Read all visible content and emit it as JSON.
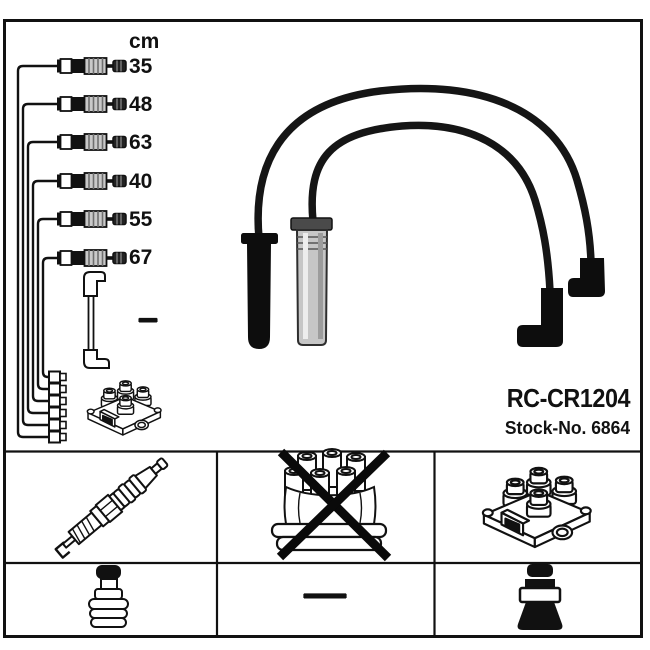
{
  "colors": {
    "ink": "#111111",
    "silver": "#c9c9c9",
    "background": "#ffffff"
  },
  "product": {
    "code": "RC-CR1204",
    "stock_no": "Stock-No. 6864"
  },
  "measure_table": {
    "unit_header": "cm",
    "rows": [
      {
        "icon": "straight-plug-cable-icon",
        "length": "35"
      },
      {
        "icon": "straight-plug-cable-icon",
        "length": "48"
      },
      {
        "icon": "straight-plug-cable-icon",
        "length": "63"
      },
      {
        "icon": "straight-plug-cable-icon",
        "length": "40"
      },
      {
        "icon": "straight-plug-cable-icon",
        "length": "55"
      },
      {
        "icon": "straight-plug-cable-icon",
        "length": "67"
      },
      {
        "icon": "elbow-coil-wire-icon",
        "length": "–"
      }
    ],
    "connector_target_icon": "ignition-coil-icon"
  },
  "photo": {
    "items": [
      "ignition-lead-outer",
      "ignition-lead-inner"
    ],
    "boots": [
      "straight-boot-black",
      "straight-boot-metal-sleeve",
      "elbow-boot-upper",
      "elbow-boot-lower"
    ]
  },
  "legend": {
    "cells": [
      {
        "icon": "spark-plug-icon",
        "value": ""
      },
      {
        "icon": "distributor-cap-crossed-out-icon",
        "value": ""
      },
      {
        "icon": "ignition-coil-icon",
        "value": ""
      },
      {
        "icon": "plug-boot-icon",
        "value": ""
      },
      {
        "icon": "no-connector-icon",
        "value": "—"
      },
      {
        "icon": "coil-boot-icon",
        "value": ""
      }
    ]
  }
}
